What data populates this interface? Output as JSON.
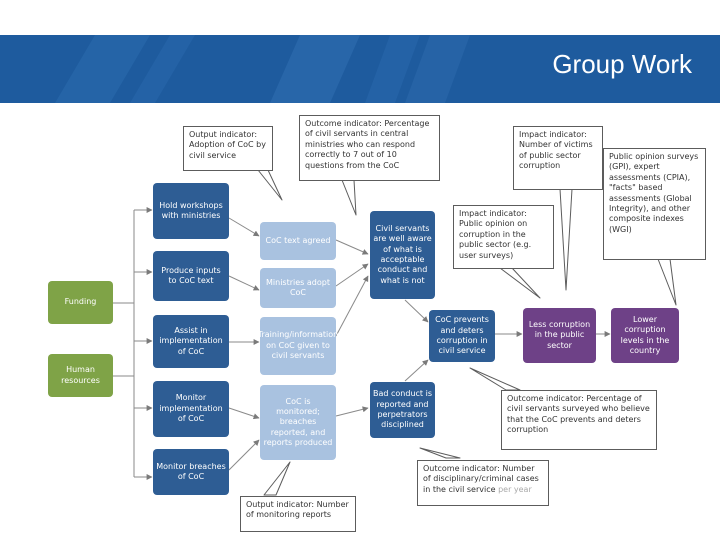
{
  "header": {
    "title": "Group Work"
  },
  "colors": {
    "banner": "#1e5b9e",
    "green": "#7fa347",
    "navy": "#2e5d94",
    "light_blue": "#a9c2e0",
    "purple": "#6e4187"
  },
  "inputs": {
    "funding": "Funding",
    "human_resources": "Human resources"
  },
  "activities": {
    "workshops": "Hold workshops with ministries",
    "produce_inputs": "Produce inputs to CoC text",
    "assist": "Assist in implementation of CoC",
    "monitor_impl": "Monitor implementation of CoC",
    "monitor_breaches": "Monitor breaches of CoC"
  },
  "outputs": {
    "text_agreed": "CoC text agreed",
    "ministries_adopt": "Ministries adopt CoC",
    "training": "Training/information on CoC given to civil servants",
    "monitored": "CoC is monitored; breaches reported, and reports produced"
  },
  "outcomes": {
    "aware": "Civil servants are well aware of what is acceptable conduct and what is not",
    "bad_conduct": "Bad conduct is reported and perpetrators disciplined",
    "prevents": "CoC prevents and deters corruption in civil service"
  },
  "impacts": {
    "less_corruption": "Less corruption in the public sector",
    "lower_levels": "Lower corruption levels in the country"
  },
  "callouts": {
    "output_adoption": "Output indicator: Adoption of CoC by civil service",
    "outcome_percentage": "Outcome indicator: Percentage of civil servants in central ministries who can respond correctly to 7 out of 10 questions from the CoC",
    "impact_victims": "Impact indicator: Number of victims of public sector corruption",
    "public_opinion": "Public opinion surveys (GPI), expert assessments (CPIA), \"facts\" based assessments (Global Integrity), and other composite indexes (WGI)",
    "impact_opinion": "Impact indicator: Public opinion on corruption in the public sector (e.g. user surveys)",
    "outcome_believe": "Outcome indicator: Percentage of civil servants surveyed who believe that the CoC prevents and deters corruption",
    "outcome_cases": "Outcome indicator: Number of disciplinary/criminal cases in the civil service",
    "outcome_cases_faint": "per year",
    "output_reports": "Output indicator: Number of monitoring reports"
  }
}
